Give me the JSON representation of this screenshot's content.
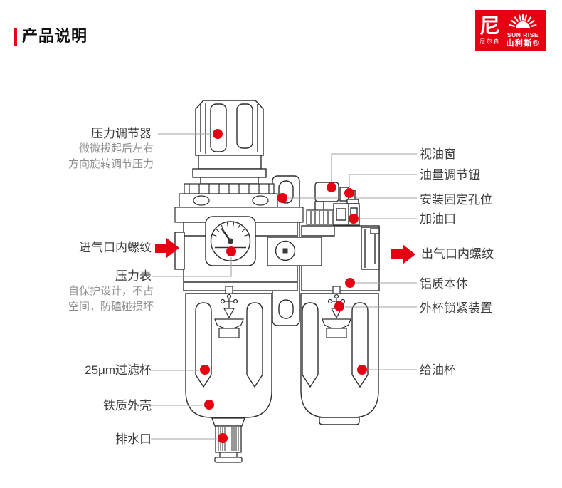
{
  "header": {
    "title": "产品说明"
  },
  "logo": {
    "mark": "尼",
    "company_cn": "尼尔森",
    "brand_en": "SUN RISE",
    "brand_cn": "山利斯®"
  },
  "callouts": {
    "left": [
      {
        "text": "压力调节器",
        "desc1": "微微拔起后左右",
        "desc2": "方向旋转调节压力"
      },
      {
        "text": "进气口内螺纹"
      },
      {
        "text": "压力表",
        "desc1": "自保护设计，不占",
        "desc2": "空间，防磕碰损坏"
      },
      {
        "text": "25μm过滤杯"
      },
      {
        "text": "铁质外壳"
      },
      {
        "text": "排水口"
      }
    ],
    "right": [
      {
        "text": "视油窗"
      },
      {
        "text": "油量调节钮"
      },
      {
        "text": "安装固定孔位"
      },
      {
        "text": "加油口"
      },
      {
        "text": "出气口内螺纹"
      },
      {
        "text": "铝质本体"
      },
      {
        "text": "外杯锁紧装置"
      },
      {
        "text": "给油杯"
      }
    ]
  },
  "colors": {
    "accent": "#e60012",
    "drawing_line": "#2f2f2f",
    "leader_line": "#a3a3a3"
  }
}
